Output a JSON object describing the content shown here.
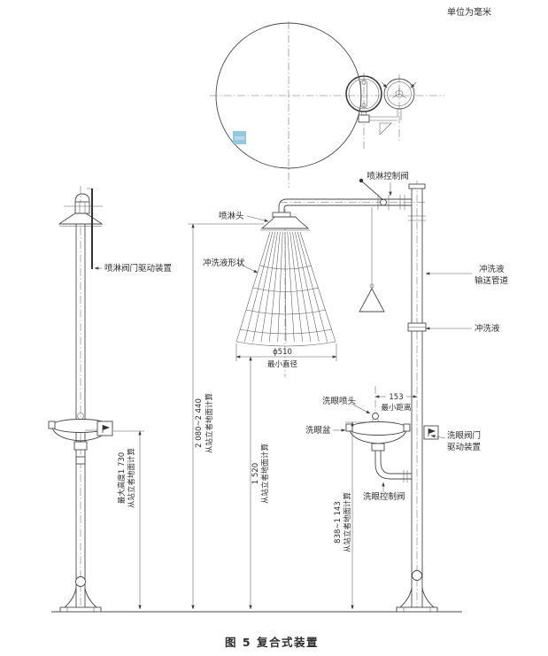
{
  "meta": {
    "unit_note": "单位为毫米",
    "caption": "图 5  复合式装置"
  },
  "labels": {
    "shower_valve_actuator": "喷淋阀门驱动装置",
    "shower_head": "喷淋头",
    "flush_fluid_shape": "冲洗液形状",
    "shower_control_valve": "喷淋控制阀",
    "flush_fluid_pipe_1": "冲洗液",
    "flush_fluid_pipe_2": "输送管道",
    "flush_fluid": "冲洗液",
    "eyewash_nozzle": "洗眼喷头",
    "eyewash_bowl": "洗眼盆",
    "eyewash_valve_actuator_1": "洗眼阀门",
    "eyewash_valve_actuator_2": "驱动装置",
    "eyewash_control_valve": "洗眼控制阀"
  },
  "dimensions": {
    "actuator_max_height": "最大高度1 730",
    "actuator_max_height_note": "从站立者地面计算",
    "shower_head_height": "2 080~2 440",
    "shower_head_height_note": "从站立者地面计算",
    "spray_level_height": "1 520",
    "spray_level_height_note": "从站立者地面计算",
    "eyewash_nozzle_height": "838~1 143",
    "eyewash_nozzle_height_note": "从站立者地面计算",
    "spray_min_diameter": "ϕ510",
    "spray_min_diameter_note": "最小直径",
    "eyewash_min_distance": "153",
    "eyewash_min_distance_note": "最小距离"
  },
  "colors": {
    "line": "#4a4a4a",
    "text": "#2e2e2e",
    "watermark": "#86c3dc"
  }
}
